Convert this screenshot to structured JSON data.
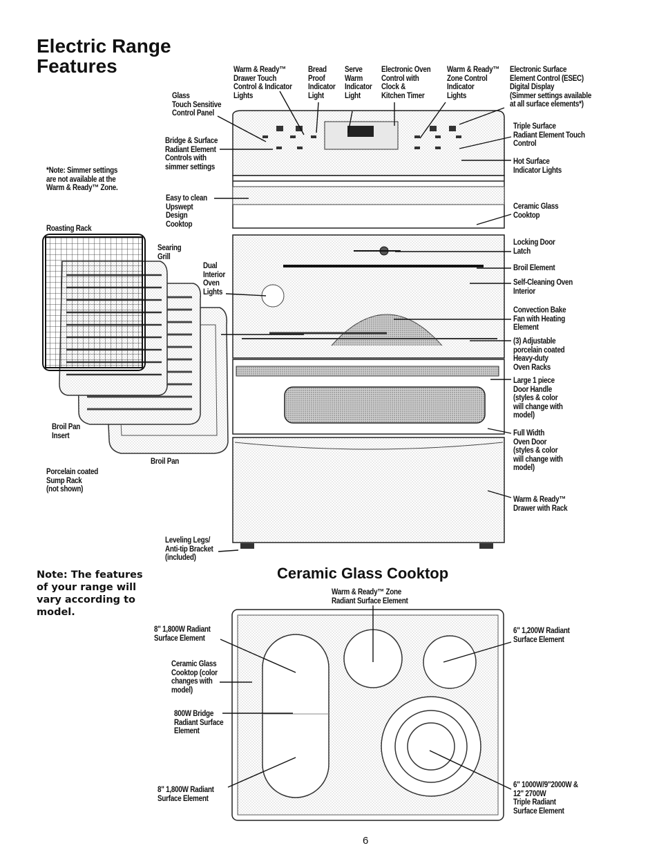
{
  "header": {
    "title": "Electric Range\nFeatures"
  },
  "range_labels": {
    "warm_drawer_touch": "Warm & Ready™\nDrawer Touch\nControl & Indicator\nLights",
    "bread_proof": "Bread\nProof\nIndicator\nLight",
    "serve_warm": "Serve\nWarm\nIndicator\nLight",
    "electronic_oven": "Electronic Oven\nControl with\nClock &\nKitchen Timer",
    "warm_zone": "Warm & Ready™\nZone Control\nIndicator\nLights",
    "esec": "Electronic Surface\nElement Control (ESEC)\nDigital Display\n(Simmer settings available\nat all surface elements*)",
    "glass_panel": "Glass\nTouch Sensitive\nControl Panel",
    "bridge_controls": "Bridge & Surface\nRadiant Element\nControls with\nsimmer settings",
    "simmer_note": "*Note: Simmer settings\nare not available at the\nWarm & Ready™ Zone.",
    "triple_surface": "Triple Surface\nRadiant Element Touch\nControl",
    "hot_surface": "Hot Surface\nIndicator Lights",
    "easy_clean": "Easy to clean\nUpswept\nDesign\nCooktop",
    "roasting_rack": "Roasting Rack",
    "ceramic_glass": "Ceramic Glass\nCooktop",
    "searing_grill": "Searing\nGrill",
    "locking_latch": "Locking Door\nLatch",
    "dual_lights": "Dual\nInterior\nOven\nLights",
    "broil_element": "Broil Element",
    "self_cleaning": "Self-Cleaning Oven\nInterior",
    "convection": "Convection Bake\nFan with Heating\nElement",
    "racks": "(3) Adjustable\nporcelain coated\nHeavy-duty\nOven Racks",
    "door_handle": "Large 1 piece\nDoor Handle\n(styles & color\nwill change with\nmodel)",
    "broil_insert": "Broil Pan\nInsert",
    "oven_door": "Full Width\nOven Door\n(styles & color\nwill change with\nmodel)",
    "broil_pan": "Broil Pan",
    "sump_rack": "Porcelain coated\nSump Rack\n(not shown)",
    "warm_drawer": "Warm & Ready™\nDrawer with Rack",
    "leveling": "Leveling Legs/\nAnti-tip Bracket\n(included)"
  },
  "features_note": "Note: The features\nof your range will\nvary according to\nmodel.",
  "cooktop": {
    "title": "Ceramic Glass Cooktop",
    "warm_zone": "Warm & Ready™ Zone\nRadiant Surface Element",
    "left_top": "8\" 1,800W Radiant\nSurface Element",
    "right_top": "6\" 1,200W Radiant\nSurface Element",
    "ceramic_color": "Ceramic Glass\nCooktop (color\nchanges with\nmodel)",
    "bridge": "800W Bridge\nRadiant Surface\nElement",
    "left_bottom": "8\" 1,800W Radiant\nSurface Element",
    "triple": "6\" 1000W/9\"2000W &\n12\" 2700W\nTriple Radiant\nSurface Element"
  },
  "page_number": "6"
}
